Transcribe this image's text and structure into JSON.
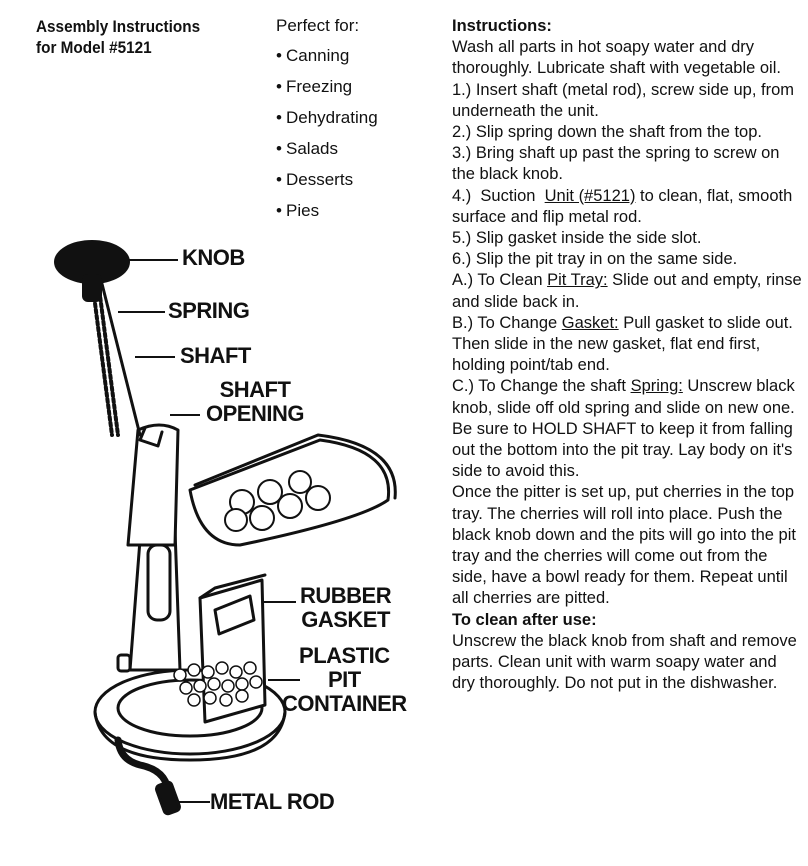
{
  "header": {
    "title_line1": "Assembly Instructions",
    "title_line2": "for Model #5121"
  },
  "perfect_for": {
    "title": "Perfect for:",
    "items": [
      "Canning",
      "Freezing",
      "Dehydrating",
      "Salads",
      "Desserts",
      "Pies"
    ]
  },
  "diagram": {
    "labels": {
      "knob": "KNOB",
      "spring": "SPRING",
      "shaft": "SHAFT",
      "shaft_opening_1": "SHAFT",
      "shaft_opening_2": "OPENING",
      "rubber_gasket_1": "RUBBER",
      "rubber_gasket_2": "GASKET",
      "plastic_pit_1": "PLASTIC",
      "plastic_pit_2": "PIT",
      "plastic_pit_3": "CONTAINER",
      "metal_rod": "METAL ROD"
    }
  },
  "instructions": {
    "heading": "Instructions:",
    "intro": "Wash all parts in hot soapy water and dry thoroughly. Lubricate shaft with vegetable oil.",
    "step1": "1.)  Insert shaft (metal rod), screw side up, from underneath the unit.",
    "step2": "2.)  Slip spring down the shaft from the top.",
    "step3": "3.)  Bring shaft up past the spring to screw on the black knob.",
    "step4_pre": "4.)  Suction  ",
    "step4_link": "Unit (#5121)",
    "step4_post": " to clean, flat, smooth surface and flip metal rod.",
    "step5": "5.)  Slip gasket inside the side slot.",
    "step6": "6.)  Slip the pit tray in on the same side.",
    "stepA_pre": "A.)  To Clean ",
    "stepA_link": "Pit Tray:",
    "stepA_post": "  Slide out and empty, rinse and slide back in.",
    "stepB_pre": "B.)  To Change ",
    "stepB_link": "Gasket:",
    "stepB_post": "  Pull gasket to slide out. Then slide in the new gasket, flat end first, holding point/tab end.",
    "stepC_pre": "C.) To Change the shaft ",
    "stepC_link": "Spring:",
    "stepC_post": " Unscrew black knob, slide off old spring and slide on new one. Be sure to HOLD SHAFT to keep it from falling out the bottom into the pit tray. Lay body on it's side to avoid this.",
    "setup": "Once the pitter is set up, put cherries in the top tray. The cherries will roll into place. Push the black knob down and the pits will go into the pit tray and the cherries will come out from the side, have a bowl ready for them. Repeat until all cherries are pitted.",
    "clean_heading": "To clean after use:",
    "clean_text": "Unscrew the black knob from shaft and remove parts. Clean unit with warm soapy water and dry thoroughly. Do not put in the dishwasher."
  }
}
